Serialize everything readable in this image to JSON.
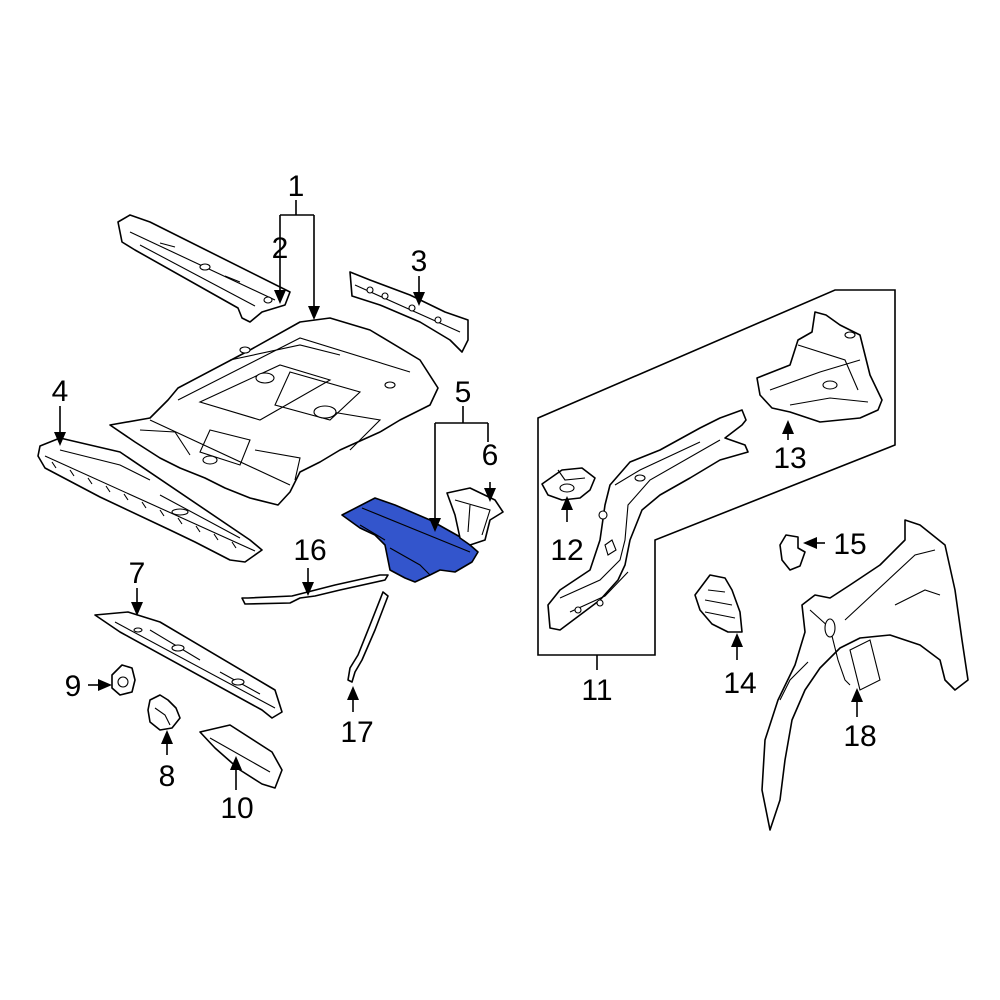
{
  "diagram": {
    "callouts": [
      {
        "id": "1",
        "label": "1"
      },
      {
        "id": "2",
        "label": "2"
      },
      {
        "id": "3",
        "label": "3"
      },
      {
        "id": "4",
        "label": "4"
      },
      {
        "id": "5",
        "label": "5"
      },
      {
        "id": "6",
        "label": "6"
      },
      {
        "id": "7",
        "label": "7"
      },
      {
        "id": "8",
        "label": "8"
      },
      {
        "id": "9",
        "label": "9"
      },
      {
        "id": "10",
        "label": "10"
      },
      {
        "id": "11",
        "label": "11"
      },
      {
        "id": "12",
        "label": "12"
      },
      {
        "id": "13",
        "label": "13"
      },
      {
        "id": "14",
        "label": "14"
      },
      {
        "id": "15",
        "label": "15"
      },
      {
        "id": "16",
        "label": "16"
      },
      {
        "id": "17",
        "label": "17"
      },
      {
        "id": "18",
        "label": "18"
      }
    ],
    "highlighted_part": "5",
    "highlight_color": "#3355cc"
  }
}
